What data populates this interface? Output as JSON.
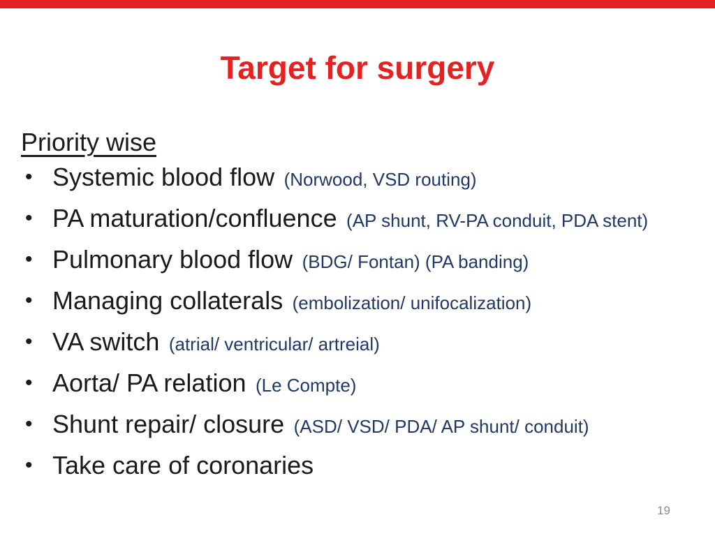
{
  "slide": {
    "title": "Target for surgery",
    "heading": "Priority wise",
    "bullet_glyph": "•",
    "bullets": [
      {
        "main": "Systemic blood flow",
        "detail": "(Norwood, VSD routing)"
      },
      {
        "main": "PA maturation/confluence",
        "detail": "(AP shunt, RV-PA conduit, PDA stent)"
      },
      {
        "main": "Pulmonary blood flow",
        "detail": "(BDG/ Fontan) (PA banding)"
      },
      {
        "main": "Managing collaterals",
        "detail": "(embolization/ unifocalization)"
      },
      {
        "main": "VA switch",
        "detail": "(atrial/ ventricular/ artreial)"
      },
      {
        "main": "Aorta/ PA relation",
        "detail": "(Le Compte)"
      },
      {
        "main": "Shunt repair/ closure",
        "detail": "(ASD/ VSD/ PDA/ AP shunt/ conduit)"
      },
      {
        "main": "Take care of coronaries",
        "detail": ""
      }
    ],
    "page_number": "19",
    "colors": {
      "accent_red": "#e32221",
      "body_black": "#1a1a1a",
      "detail_blue": "#1f3864",
      "page_gray": "#8c8c8c"
    }
  }
}
